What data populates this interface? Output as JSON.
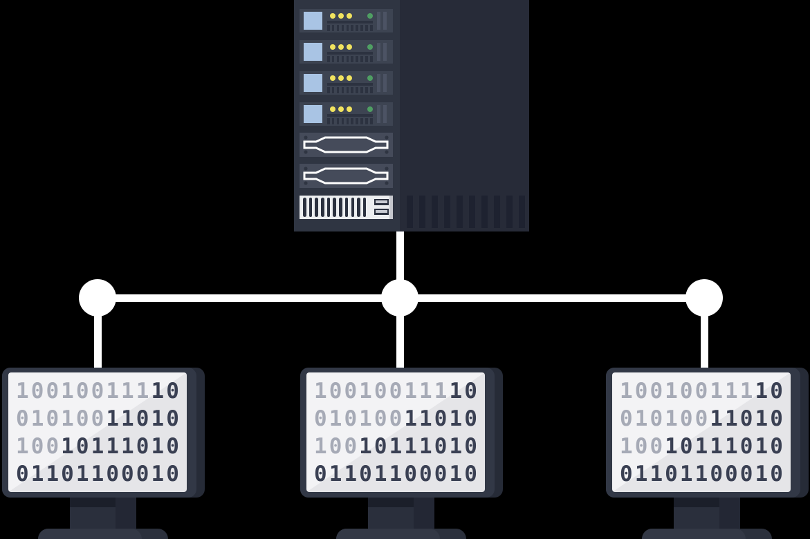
{
  "palette": {
    "background": "#000000",
    "connector_white": "#ffffff",
    "rack_front": "#2f3542",
    "rack_side": "#272b38",
    "server_unit_bg": "#3d4452",
    "blue_panel": "#a9c4e4",
    "led_yellow": "#f1e35f",
    "led_green": "#4f9e63",
    "vent_panel": "#eceef0",
    "monitor_frame": "#323846",
    "monitor_edge": "#262b37",
    "screen_light": "#f3f3f5",
    "screen_dark": "#e5e5e8",
    "digit_light": "#a6aab6",
    "digit_dark": "#3a4053"
  },
  "server_rack": {
    "server_unit_count": 4,
    "drive_bay_count": 2,
    "yellow_leds_per_unit": 3,
    "green_leds_per_unit": 1,
    "vent_stripe_count": 11,
    "side_stripe_count": 10
  },
  "network": {
    "node_count": 3,
    "topology": "one server rack linked to three client monitors"
  },
  "monitors": {
    "count": 3,
    "screen": {
      "rows": [
        {
          "bits": "10010011110",
          "gray_digits": 9
        },
        {
          "bits": "01010011010",
          "gray_digits": 6
        },
        {
          "bits": "10010111010",
          "gray_digits": 3
        },
        {
          "bits": "01101100010",
          "gray_digits": 0
        }
      ]
    }
  }
}
